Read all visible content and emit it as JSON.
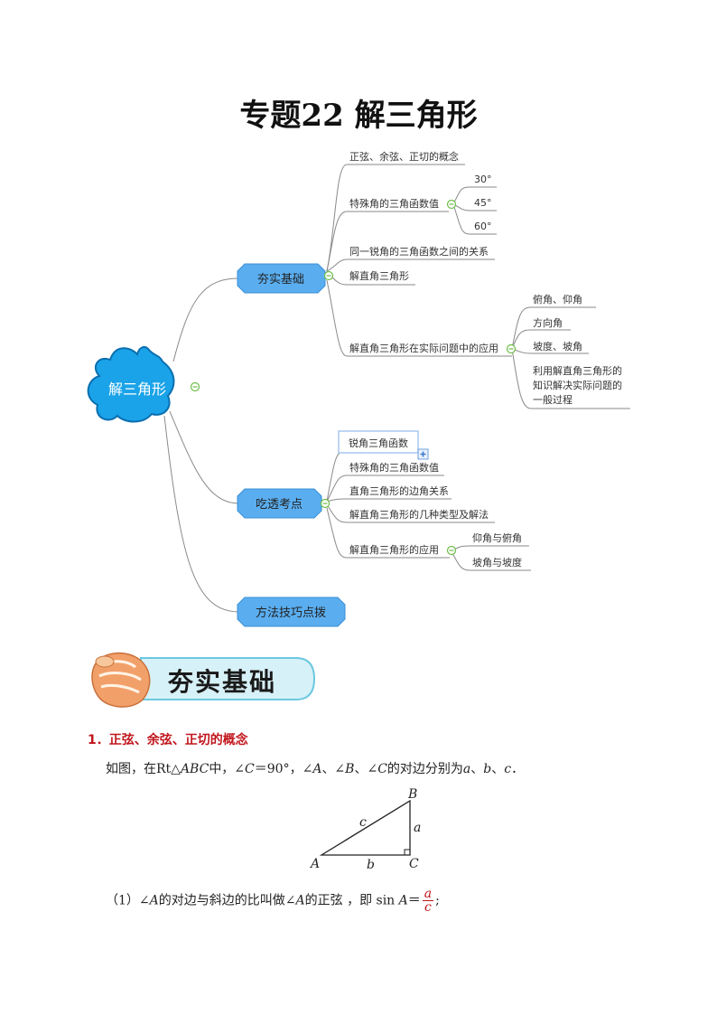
{
  "title": "专题22  解三角形",
  "mindmap": {
    "root": "解三角形",
    "branches": [
      {
        "label": "夯实基础",
        "items": [
          {
            "label": "正弦、余弦、正切的概念"
          },
          {
            "label": "特殊角的三角函数值",
            "children": [
              "30°",
              "45°",
              "60°"
            ]
          },
          {
            "label": "同一锐角的三角函数之间的关系"
          },
          {
            "label": "解直角三角形"
          },
          {
            "label": "解直角三角形在实际问题中的应用",
            "children": [
              "俯角、仰角",
              "方向角",
              "坡度、坡角",
              "利用解直角三角形的",
              "知识解决实际问题的",
              "一般过程"
            ]
          }
        ]
      },
      {
        "label": "吃透考点",
        "items": [
          {
            "label": "锐角三角函数"
          },
          {
            "label": "特殊角的三角函数值"
          },
          {
            "label": "直角三角形的边角关系"
          },
          {
            "label": "解直角三角形的几种类型及解法"
          },
          {
            "label": "解直角三角形的应用",
            "children": [
              "仰角与俯角",
              "坡角与坡度"
            ]
          }
        ]
      },
      {
        "label": "方法技巧点拨"
      }
    ]
  },
  "banner": {
    "label": "夯实基础"
  },
  "section1": {
    "heading": "1．正弦、余弦、正切的概念",
    "intro": {
      "p1": "如图，在Rt△",
      "ABC": "ABC",
      "p2": "中，∠",
      "C": "C",
      "p3": "＝90°，∠",
      "A": "A",
      "p4": "、∠",
      "B": "B",
      "p5": "、∠",
      "C2": "C",
      "p6": "的对边分别为",
      "a": "a",
      "sep1": "、",
      "b": "b",
      "sep2": "、",
      "c": "c",
      "end": "．"
    },
    "triangle": {
      "A": "A",
      "B": "B",
      "C": "C",
      "a": "a",
      "b": "b",
      "c": "c"
    },
    "formula": {
      "p1": "（1）∠",
      "A": "A",
      "p2": "的对边与斜边的比叫做∠",
      "A2": "A",
      "p3": "的正弦 ，即 sin ",
      "A3": "A",
      "eq": "＝",
      "num": "a",
      "den": "c",
      "end": ";"
    }
  },
  "colors": {
    "hub": "#5aaef0",
    "root": "#1aa3e8",
    "heading": "#c0161d",
    "collapse": "#6fbf4b",
    "line": "#888888"
  }
}
